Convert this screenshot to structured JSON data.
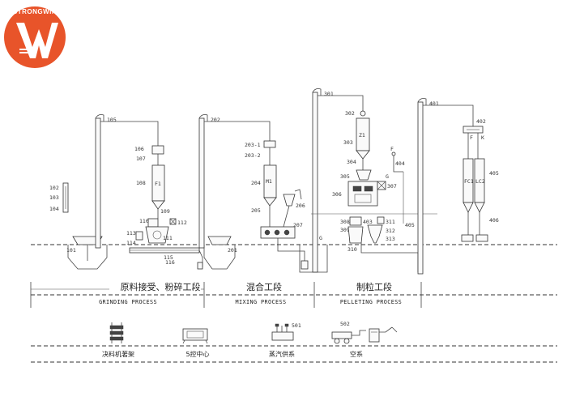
{
  "brand": {
    "name": "STRONGWIN",
    "logo_color": "#e8542a"
  },
  "labels": {
    "n101": "101",
    "n102": "102",
    "n103": "103",
    "n104": "104",
    "n105": "105",
    "n106": "106",
    "n107": "107",
    "n108": "108",
    "n109": "109",
    "n110": "110",
    "n111": "111",
    "n112": "112",
    "n113": "113",
    "n114": "114",
    "n115": "115",
    "n116": "116",
    "n201": "201",
    "n202": "202",
    "n203_1": "203-1",
    "n203_2": "203-2",
    "n204": "204",
    "n205": "205",
    "n206": "206",
    "n207": "207",
    "n301": "301",
    "n302": "302",
    "n303": "303",
    "n304": "304",
    "n305": "305",
    "n306": "306",
    "n307": "307",
    "n308": "308",
    "n309": "309",
    "n310": "310",
    "n311": "311",
    "n312": "312",
    "n313": "313",
    "n401": "401",
    "n402": "402",
    "n403": "403",
    "n404": "404",
    "n405": "405",
    "n405b": "405",
    "n406": "406",
    "n501": "501",
    "n502": "502",
    "f1": "F1",
    "m1": "M1",
    "z1": "Z1",
    "fc1": "FC1",
    "lc2": "LC2",
    "g1": "G",
    "g2": "G",
    "f_mark": "F",
    "k_mark": "K",
    "f_mark2": "F"
  },
  "sections": [
    {
      "cn": "原料接受、粉碎工段",
      "en": "GRINDING PROCESS"
    },
    {
      "cn": "混合工段",
      "en": "MIXING PROCESS"
    },
    {
      "cn": "制粒工段",
      "en": "PELLETING PROCESS"
    }
  ],
  "auxiliary": [
    {
      "cn": "决料机著架"
    },
    {
      "cn": "5控中心"
    },
    {
      "cn": "蒸汽供系"
    },
    {
      "cn": "空系"
    }
  ]
}
